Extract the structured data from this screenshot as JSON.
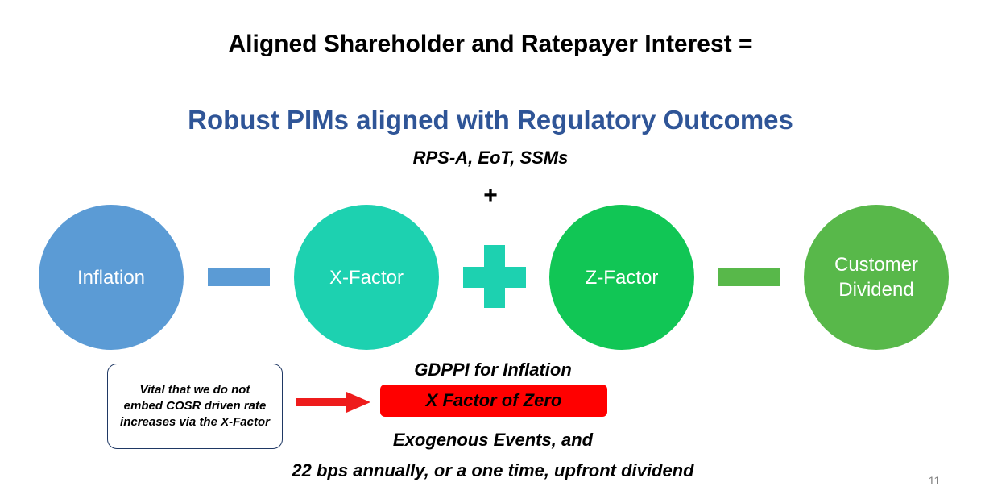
{
  "slide": {
    "title": "Aligned Shareholder and Ratepayer Interest =",
    "subtitle": "Robust PIMs aligned with Regulatory Outcomes",
    "pim_list": "RPS-A, EoT, SSMs",
    "plus_symbol": "+",
    "page_number": "11"
  },
  "formula": {
    "terms": [
      {
        "label": "Inflation",
        "color": "#5b9bd5"
      },
      {
        "label": "X-Factor",
        "color": "#1dd1b0"
      },
      {
        "label": "Z-Factor",
        "color": "#11c655"
      },
      {
        "label": "Customer Dividend",
        "color": "#58b84a"
      }
    ],
    "operators": [
      "minus",
      "plus",
      "minus"
    ]
  },
  "notes": {
    "callout": "Vital that we do not embed COSR driven rate increases via the X-Factor",
    "gdppi": "GDPPI for Inflation",
    "x_factor_zero": "X Factor of Zero",
    "exogenous": "Exogenous Events, and",
    "dividend": "22 bps annually, or a one time, upfront dividend"
  },
  "colors": {
    "title_blue": "#2f5597",
    "highlight_red": "#ff0000",
    "arrow_red": "#ee1c1c"
  }
}
